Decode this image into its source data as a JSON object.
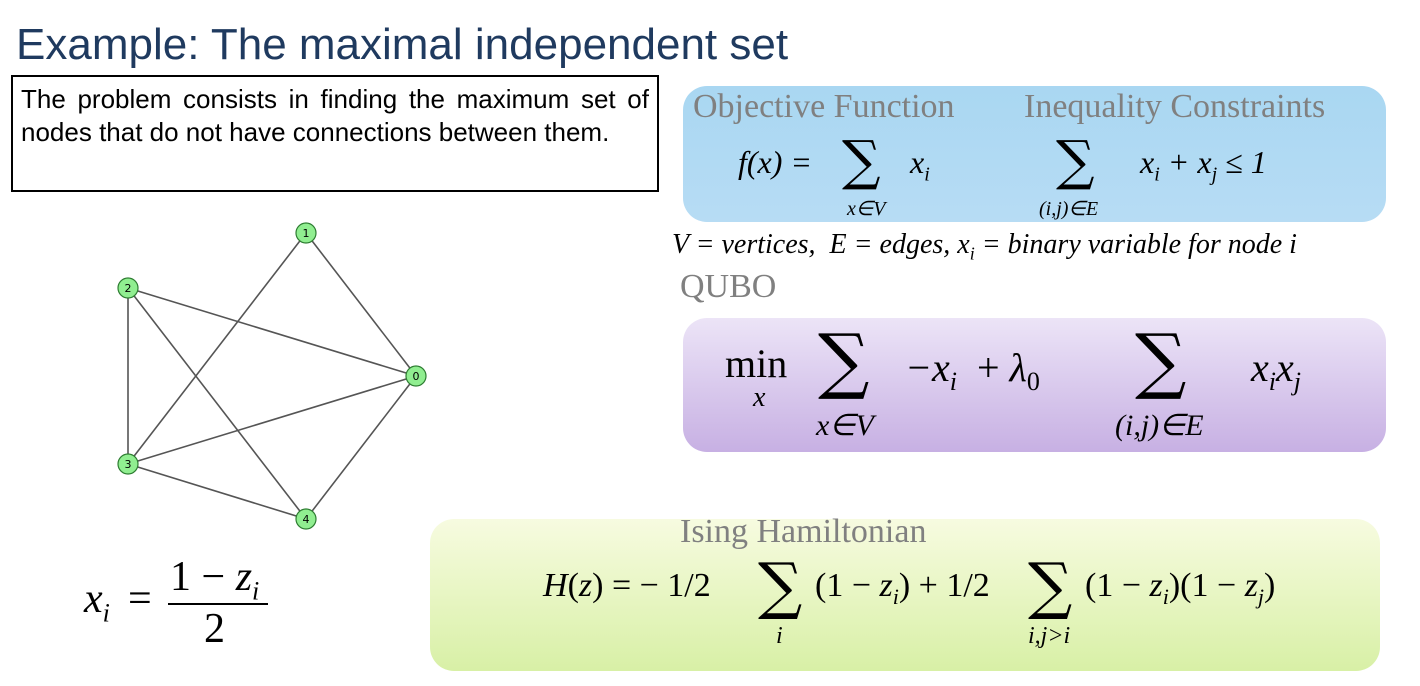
{
  "slide": {
    "title": "Example: The maximal independent set",
    "description": "The problem consists in finding the maximum set of nodes that do not have connections between them."
  },
  "objective_panel": {
    "heading": "Objective Function",
    "formula_lhs": "f(x) = ",
    "formula_term": "x",
    "formula_term_sub": "i",
    "sum_sub": "x∈V"
  },
  "constraints_panel": {
    "heading": "Inequality Constraints",
    "formula_rhs": "x",
    "formula_rhs_full": "xi + xj ≤ 1",
    "sum_sub": "(i,j)∈E"
  },
  "definitions": {
    "text": "V = vertices,  E = edges, xi = binary variable for node i"
  },
  "qubo": {
    "heading": "QUBO",
    "min_label": "min",
    "min_sub": "x",
    "sum1_sub": "x∈V",
    "term1": "−x",
    "term1_sub": "i",
    "plus": "+ λ",
    "lambda_sub": "0",
    "sum2_sub": "(i,j)∈E",
    "term2": "x",
    "term2_sub_a": "i",
    "term2_b": "x",
    "term2_sub_b": "j"
  },
  "ising": {
    "heading": "Ising Hamiltonian",
    "lhs": "H(z) = − 1/2",
    "term1": "(1 − z",
    "term1_sub": "i",
    "term1_close": ")",
    "mid": "+ 1/2",
    "term2": "(1 − z",
    "term2_sub_a": "i",
    "term2_mid": ")(1 − z",
    "term2_sub_b": "j",
    "term2_close": ")",
    "sum1_sub": "i",
    "sum2_sub": "i,j>i"
  },
  "substitution": {
    "lhs": "x",
    "lhs_sub": "i",
    "numerator": "1 − z",
    "numerator_sub": "i",
    "denominator": "2"
  },
  "graph": {
    "node_color": "#90ee90",
    "nodes": [
      {
        "id": "0",
        "label": "0"
      },
      {
        "id": "1",
        "label": "1"
      },
      {
        "id": "2",
        "label": "2"
      },
      {
        "id": "3",
        "label": "3"
      },
      {
        "id": "4",
        "label": "4"
      }
    ],
    "edges": [
      [
        "1",
        "3"
      ],
      [
        "1",
        "0"
      ],
      [
        "2",
        "3"
      ],
      [
        "2",
        "0"
      ],
      [
        "2",
        "4"
      ],
      [
        "3",
        "0"
      ],
      [
        "3",
        "4"
      ],
      [
        "0",
        "4"
      ]
    ]
  },
  "sigma_symbol": "∑"
}
